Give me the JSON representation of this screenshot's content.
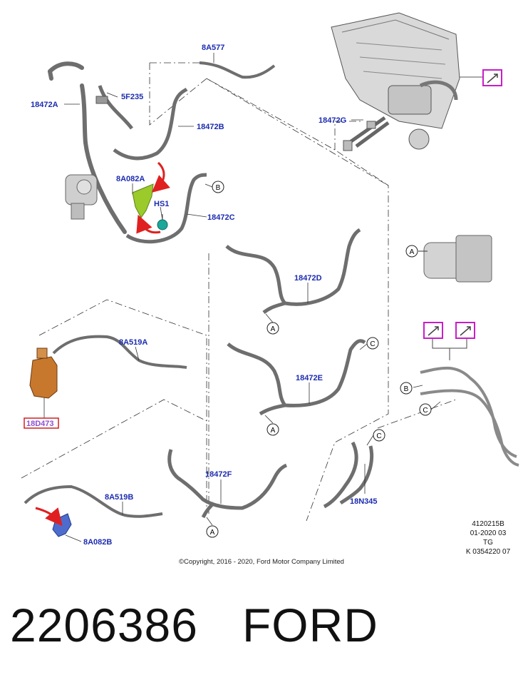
{
  "part_labels": {
    "p8A577": "8A577",
    "p5F235": "5F235",
    "p18472A": "18472A",
    "p18472B": "18472B",
    "p18472G": "18472G",
    "p8A082A": "8A082A",
    "pHS1": "HS1",
    "p18472C": "18472C",
    "p18472D": "18472D",
    "p8A519A": "8A519A",
    "p18D473": "18D473",
    "p18472E": "18472E",
    "p18472F": "18472F",
    "p8A519B": "8A519B",
    "p8A082B": "8A082B",
    "p18N345": "18N345"
  },
  "callouts": {
    "A": "A",
    "B": "B",
    "C": "C"
  },
  "meta": {
    "line1": "4120215B",
    "line2": "01-2020 03",
    "line3": "TG",
    "line4": "K 0354220 07"
  },
  "copyright": "©Copyright, 2016 - 2020, Ford Motor Company Limited",
  "footer": {
    "part_number": "2206386",
    "brand": "FORD"
  },
  "colors": {
    "label": "#1c2bb0",
    "hose": "#6e6e6e",
    "bracket_green": "#9acb2a",
    "sensor_teal": "#1aa89a",
    "heater_orange": "#c8782c",
    "clip_blue": "#4e6ccd",
    "arrow_red": "#e02020",
    "link_magenta": "#c81ec8"
  }
}
